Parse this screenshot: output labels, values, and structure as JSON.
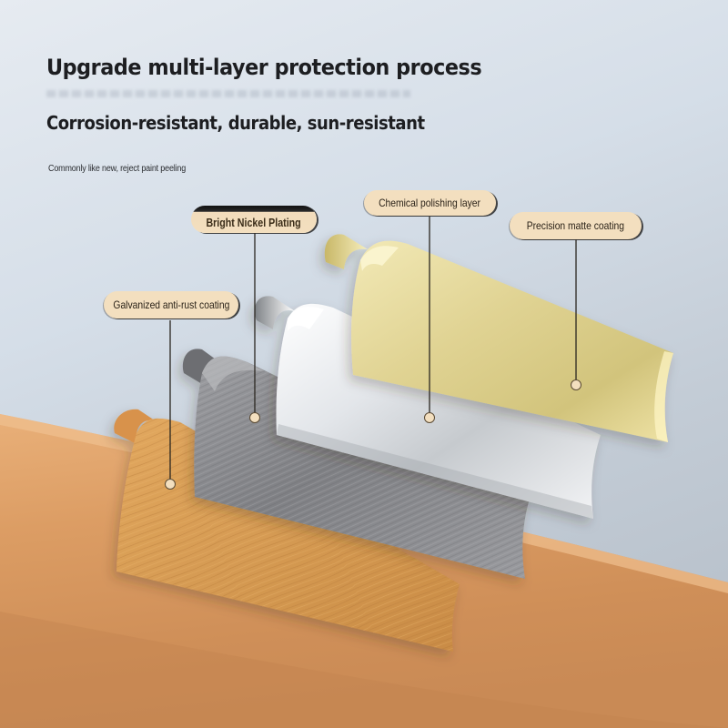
{
  "header": {
    "title": "Upgrade multi-layer protection process",
    "subtitle": "Corrosion-resistant, durable, sun-resistant",
    "tagline": "Commonly like new, reject paint peeling"
  },
  "layers": [
    {
      "id": "galvanized",
      "label": "Galvanized anti-rust coating",
      "color": "#d9a25e"
    },
    {
      "id": "nickel",
      "label": "Bright Nickel Plating",
      "color": "#8a8b8f"
    },
    {
      "id": "chemical",
      "label": "Chemical polishing layer",
      "color": "#d8dce2"
    },
    {
      "id": "matte",
      "label": "Precision matte coating",
      "color": "#ddd08a"
    }
  ],
  "colors": {
    "label_background": "#f3dfbf",
    "pipe": "#d89a63"
  }
}
